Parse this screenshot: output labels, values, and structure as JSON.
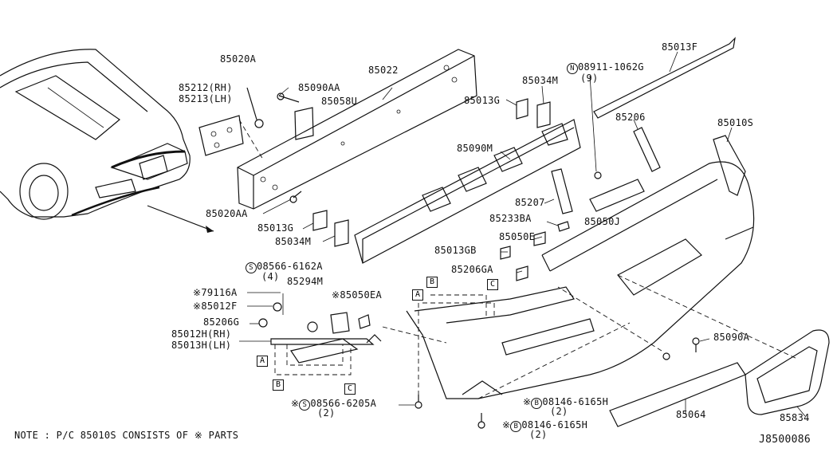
{
  "labels": {
    "p85020A": "85020A",
    "p85022": "85022",
    "p85013F": "85013F",
    "p85212": "85212(RH)",
    "p85213": "85213(LH)",
    "p85090AA": "85090AA",
    "p85058U": "85058U",
    "p85034M_top": "85034M",
    "p85013G_top": "85013G",
    "p08911": "08911-1062G",
    "p08911_qty": "(9)",
    "p85206": "85206",
    "p85010S": "85010S",
    "p85090M": "85090M",
    "p85207": "85207",
    "p85020AA": "85020AA",
    "p85233BA": "85233BA",
    "p85050J": "85050J",
    "p85013G_bot": "85013G",
    "p85034M_bot": "85034M",
    "p85050E": "85050E",
    "p85013GB": "85013GB",
    "p08566_6162": "08566-6162A",
    "p08566_6162_qty": "(4)",
    "p85206GA": "85206GA",
    "p85294M": "85294M",
    "p79116A": "79116A",
    "p85012F": "85012F",
    "p85050EA": "85050EA",
    "p85206G": "85206G",
    "p85012H": "85012H(RH)",
    "p85013H": "85013H(LH)",
    "p85090A": "85090A",
    "p08566_6205": "08566-6205A",
    "p08566_6205_qty": "(2)",
    "p08146_a": "08146-6165H",
    "p08146_a_qty": "(2)",
    "p08146_b": "08146-6165H",
    "p08146_b_qty": "(2)",
    "p85064": "85064",
    "p85834": "85834"
  },
  "symbols": {
    "star": "※",
    "circle_s": "S",
    "circle_b": "B",
    "circle_n": "N"
  },
  "callouts": {
    "a": "A",
    "b": "B",
    "c": "C"
  },
  "footer": {
    "note": "NOTE : P/C 85010S CONSISTS OF ※ PARTS",
    "diagram_id": "J8500086"
  }
}
